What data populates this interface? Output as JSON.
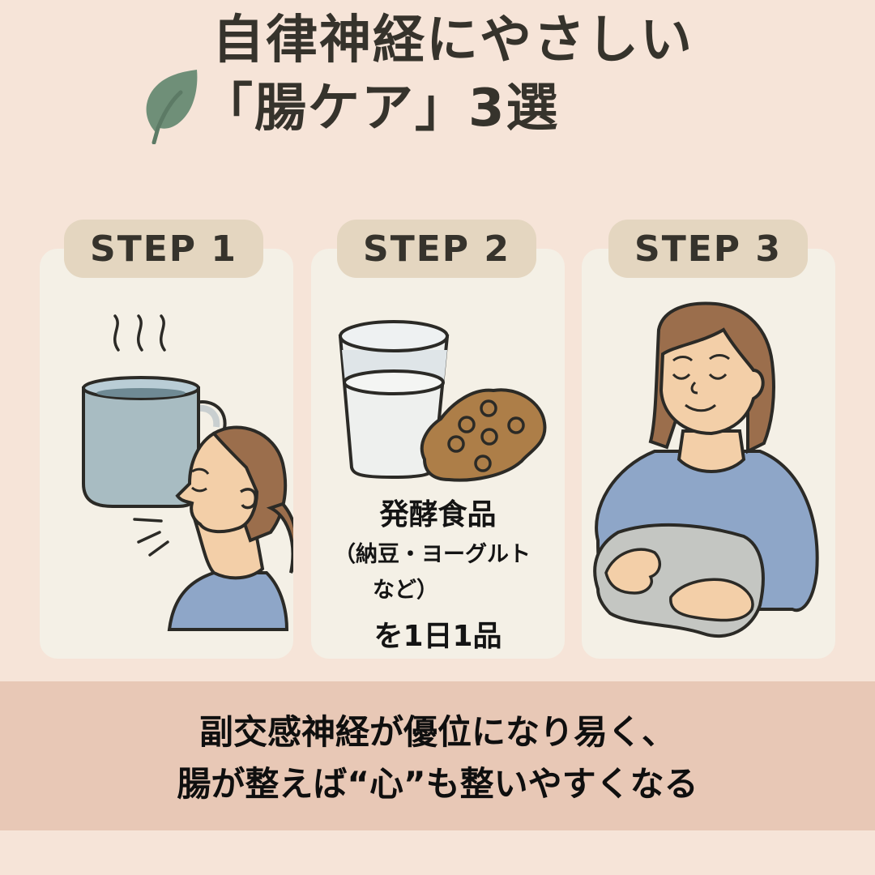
{
  "title": {
    "line1": "自律神経にやさしい",
    "line2": "「腸ケア」3選",
    "icon": "leaf-icon"
  },
  "steps": [
    {
      "badge": "STEP 1",
      "illustration": "woman-exhaling-with-hot-mug"
    },
    {
      "badge": "STEP 2",
      "illustration": "glass-of-milk-and-natto",
      "text_main": "発酵食品",
      "text_sub_line1": "（納豆・ヨーグルト",
      "text_sub_line2": "など）",
      "text_end": "を1日1品"
    },
    {
      "badge": "STEP 3",
      "illustration": "woman-hugging-cushion-relaxed"
    }
  ],
  "banner": {
    "line1": "副交感神経が優位になり易く、",
    "line2": "腸が整えば“心”も整いやすくなる"
  },
  "colors": {
    "background": "#f6e4d8",
    "card": "#f4f0e6",
    "badge": "#e4d6c0",
    "banner": "#e8c8b6",
    "leaf": "#6f8f78",
    "text": "#36332c"
  }
}
